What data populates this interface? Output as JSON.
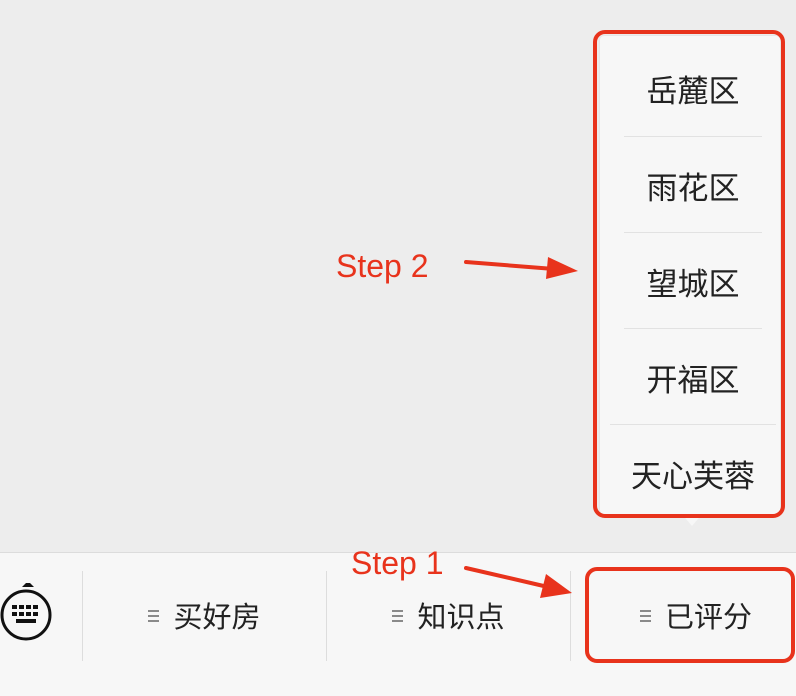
{
  "submenu": {
    "items": [
      {
        "label": "岳麓区"
      },
      {
        "label": "雨花区"
      },
      {
        "label": "望城区"
      },
      {
        "label": "开福区"
      },
      {
        "label": "天心芙蓉"
      }
    ]
  },
  "annotations": {
    "step1": "Step 1",
    "step2": "Step 2",
    "color": "#e8331c"
  },
  "menubar": {
    "keyboard_icon": "keyboard-icon",
    "tabs": [
      {
        "label": "买好房",
        "icon": "menu-lines-icon"
      },
      {
        "label": "知识点",
        "icon": "menu-lines-icon"
      },
      {
        "label": "已评分",
        "icon": "menu-lines-icon"
      }
    ]
  }
}
